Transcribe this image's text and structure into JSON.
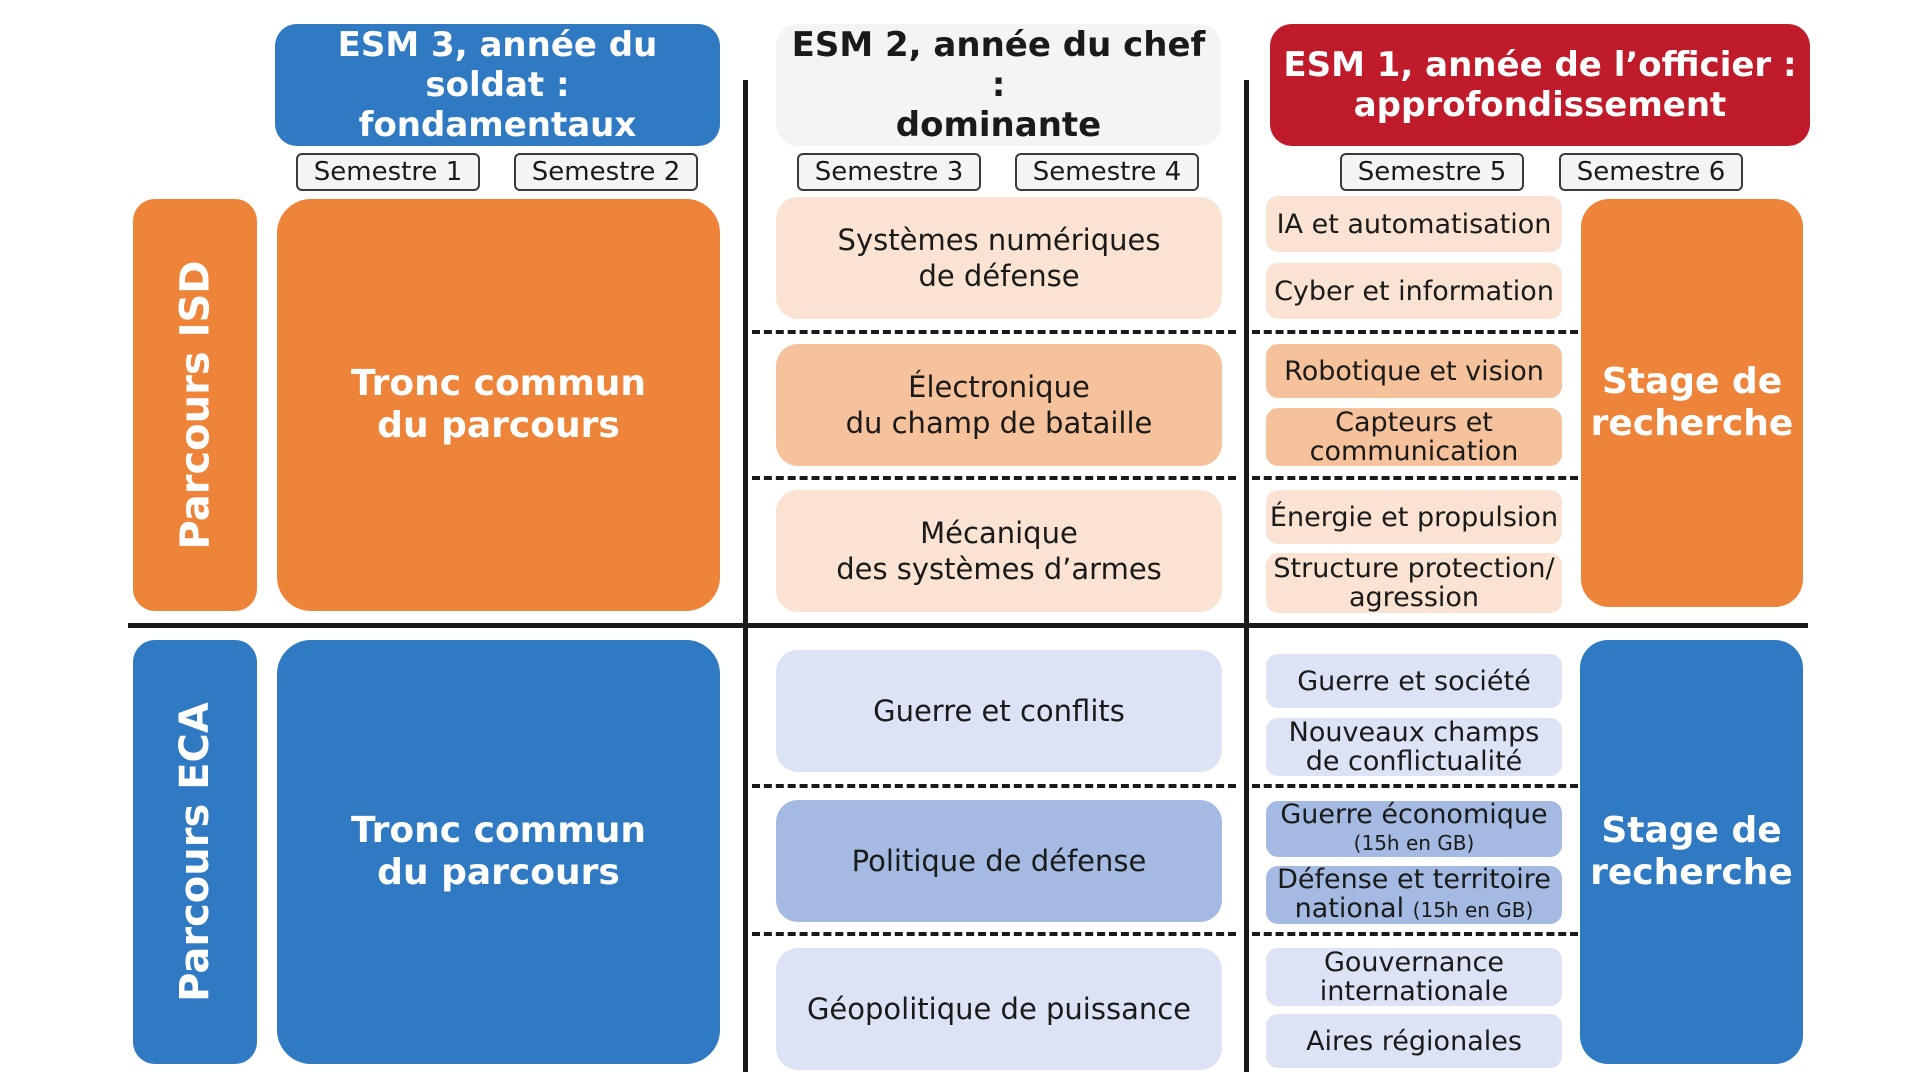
{
  "headers": {
    "esm3": [
      "ESM 3, année du soldat :",
      "fondamentaux"
    ],
    "esm2": [
      "ESM 2, année du chef :",
      "dominante"
    ],
    "esm1": [
      "ESM 1, année de l’officier :",
      "approfondissement"
    ]
  },
  "semesters": [
    "Semestre 1",
    "Semestre 2",
    "Semestre 3",
    "Semestre 4",
    "Semestre 5",
    "Semestre 6"
  ],
  "isd": {
    "label": "Parcours ISD",
    "core": [
      "Tronc commun",
      "du parcours"
    ],
    "dominantes": [
      [
        "Systèmes numériques",
        "de défense"
      ],
      [
        "Électronique",
        "du champ de bataille"
      ],
      [
        "Mécanique",
        "des systèmes d’armes"
      ]
    ],
    "approfondissements": [
      [
        "IA et automatisation"
      ],
      [
        "Cyber et information"
      ],
      [
        "Robotique et vision"
      ],
      [
        "Capteurs et",
        "communication"
      ],
      [
        "Énergie et propulsion"
      ],
      [
        "Structure protection/",
        "agression"
      ]
    ],
    "stage": [
      "Stage de",
      "recherche"
    ]
  },
  "eca": {
    "label": "Parcours ECA",
    "core": [
      "Tronc commun",
      "du parcours"
    ],
    "dominantes": [
      [
        "Guerre et conflits"
      ],
      [
        "Politique de défense"
      ],
      [
        "Géopolitique de puissance"
      ]
    ],
    "approfondissements": [
      {
        "lines": [
          "Guerre et société"
        ]
      },
      {
        "lines": [
          "Nouveaux champs",
          "de conflictualité"
        ]
      },
      {
        "lines": [
          "Guerre économique"
        ],
        "note": "(15h en GB)"
      },
      {
        "lines": [
          "Défense et territoire"
        ],
        "last": "national",
        "note": "(15h en GB)"
      },
      {
        "lines": [
          "Gouvernance",
          "internationale"
        ]
      },
      {
        "lines": [
          "Aires régionales"
        ]
      }
    ],
    "stage": [
      "Stage de",
      "recherche"
    ]
  }
}
